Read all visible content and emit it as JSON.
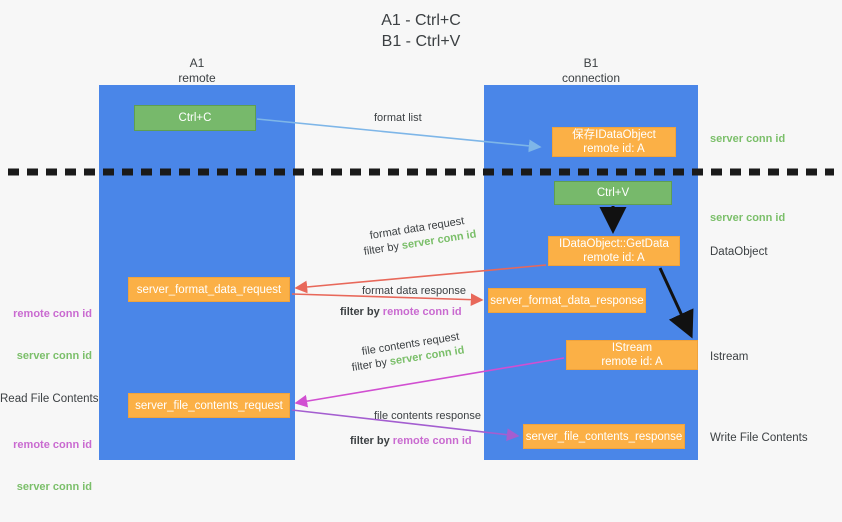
{
  "title": "A1 - Ctrl+C\nB1 - Ctrl+V",
  "lanes": [
    {
      "name": "lane-a",
      "header": "A1\nremote"
    },
    {
      "name": "lane-b",
      "header": "B1\nconnection"
    }
  ],
  "nodes": {
    "ctrl_c": "Ctrl+C",
    "save_idataobject": "保存IDataObject\nremote id: A",
    "ctrl_v": "Ctrl+V",
    "getdata": "IDataObject::GetData\nremote id: A",
    "server_format_data_request": "server_format_data_request",
    "server_format_data_response": "server_format_data_response",
    "istream": "IStream\nremote id: A",
    "server_file_contents_request": "server_file_contents_request",
    "server_file_contents_response": "server_file_contents_response"
  },
  "edge_labels": {
    "format_list": "format list",
    "format_data_request": "format data request",
    "format_data_request_filter_prefix": "filter by ",
    "format_data_request_filter_value": "server conn id",
    "format_data_response": "format data response",
    "format_data_response_filter_prefix": "filter by ",
    "format_data_response_filter_value": "remote conn id",
    "file_contents_request": "file contents request",
    "file_contents_request_filter_prefix": "filter by ",
    "file_contents_request_filter_value": "server conn id",
    "file_contents_response": "file contents response",
    "file_contents_response_filter_prefix": "filter by ",
    "file_contents_response_filter_value": "remote conn id"
  },
  "right_annotations": {
    "server_conn_id_top": "server conn id",
    "server_conn_id_second": "server conn id",
    "dataobject": "DataObject",
    "istream": "Istream",
    "write_file_contents": "Write File Contents"
  },
  "left_annotations": {
    "remote_conn_id_upper": "remote conn id",
    "server_conn_id_upper": "server conn id",
    "read_file_contents": "Read File Contents",
    "remote_conn_id_lower": "remote conn id",
    "server_conn_id_lower": "server conn id"
  },
  "colors": {
    "lane": "#4a86e8",
    "green_node": "#77b96b",
    "orange_node": "#fbb046",
    "green_text": "#7bbf6a",
    "magenta_text": "#c96ad0",
    "arrow_blue": "#7eb6e8",
    "arrow_red": "#e8685a",
    "arrow_magenta": "#d14fd1",
    "arrow_purple": "#9b59d0",
    "arrow_black": "#111111",
    "divider": "#1a1a1a",
    "background": "#f7f7f7"
  }
}
